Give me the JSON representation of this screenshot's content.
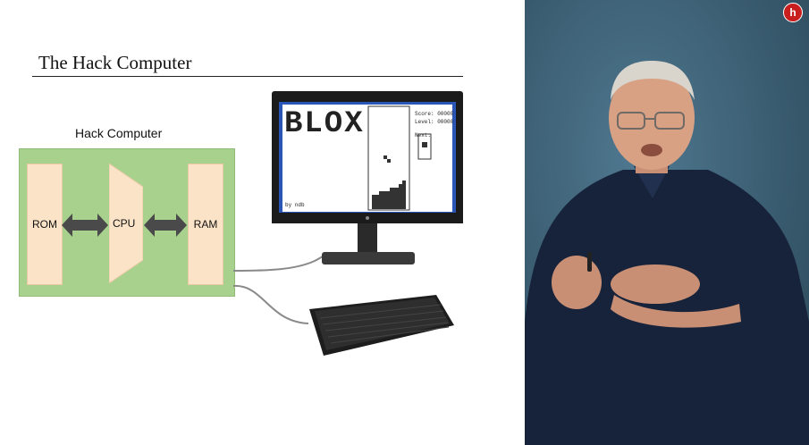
{
  "slide": {
    "title": "The Hack Computer",
    "diagram_label": "Hack Computer",
    "components": {
      "rom": "ROM",
      "cpu": "CPU",
      "ram": "RAM"
    }
  },
  "screen": {
    "game_title": "BLOX",
    "score_label": "Score: 00000",
    "level_label": "Level: 00000",
    "next_label": "Next:",
    "credit": "by ndb"
  },
  "logo": {
    "glyph": "h"
  },
  "colors": {
    "hack_box": "#a9d18e",
    "memory_block": "#fbe3c8",
    "arrow": "#4a4a4a",
    "video_background": "#3c6278",
    "logo": "#c81e1e"
  }
}
